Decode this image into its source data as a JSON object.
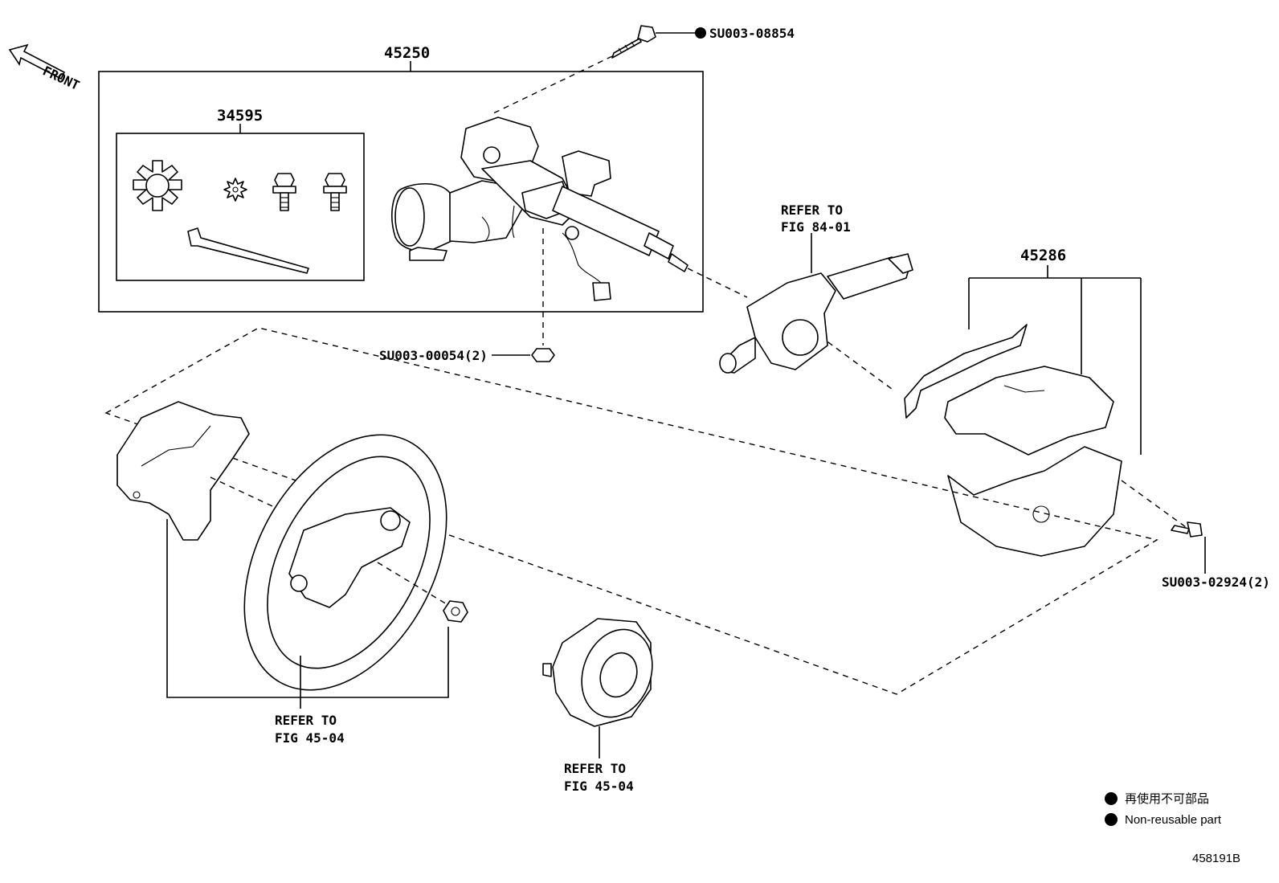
{
  "front_label": "FRONT",
  "parts": {
    "column_assy": "45250",
    "lock_set": "34595",
    "column_cover": "45286",
    "bolt": "SU003-08854",
    "nut": "SU003-00054(2)",
    "screw": "SU003-02924(2)"
  },
  "refs": {
    "combination_switch_line1": "REFER TO",
    "combination_switch_line2": "FIG 84-01",
    "steering_wheel_line1": "REFER TO",
    "steering_wheel_line2": "FIG 45-04",
    "horn_pad_line1": "REFER TO",
    "horn_pad_line2": "FIG 45-04"
  },
  "legend": {
    "japanese": "再使用不可部品",
    "english": "Non-reusable part"
  },
  "figure_code": "458191B"
}
